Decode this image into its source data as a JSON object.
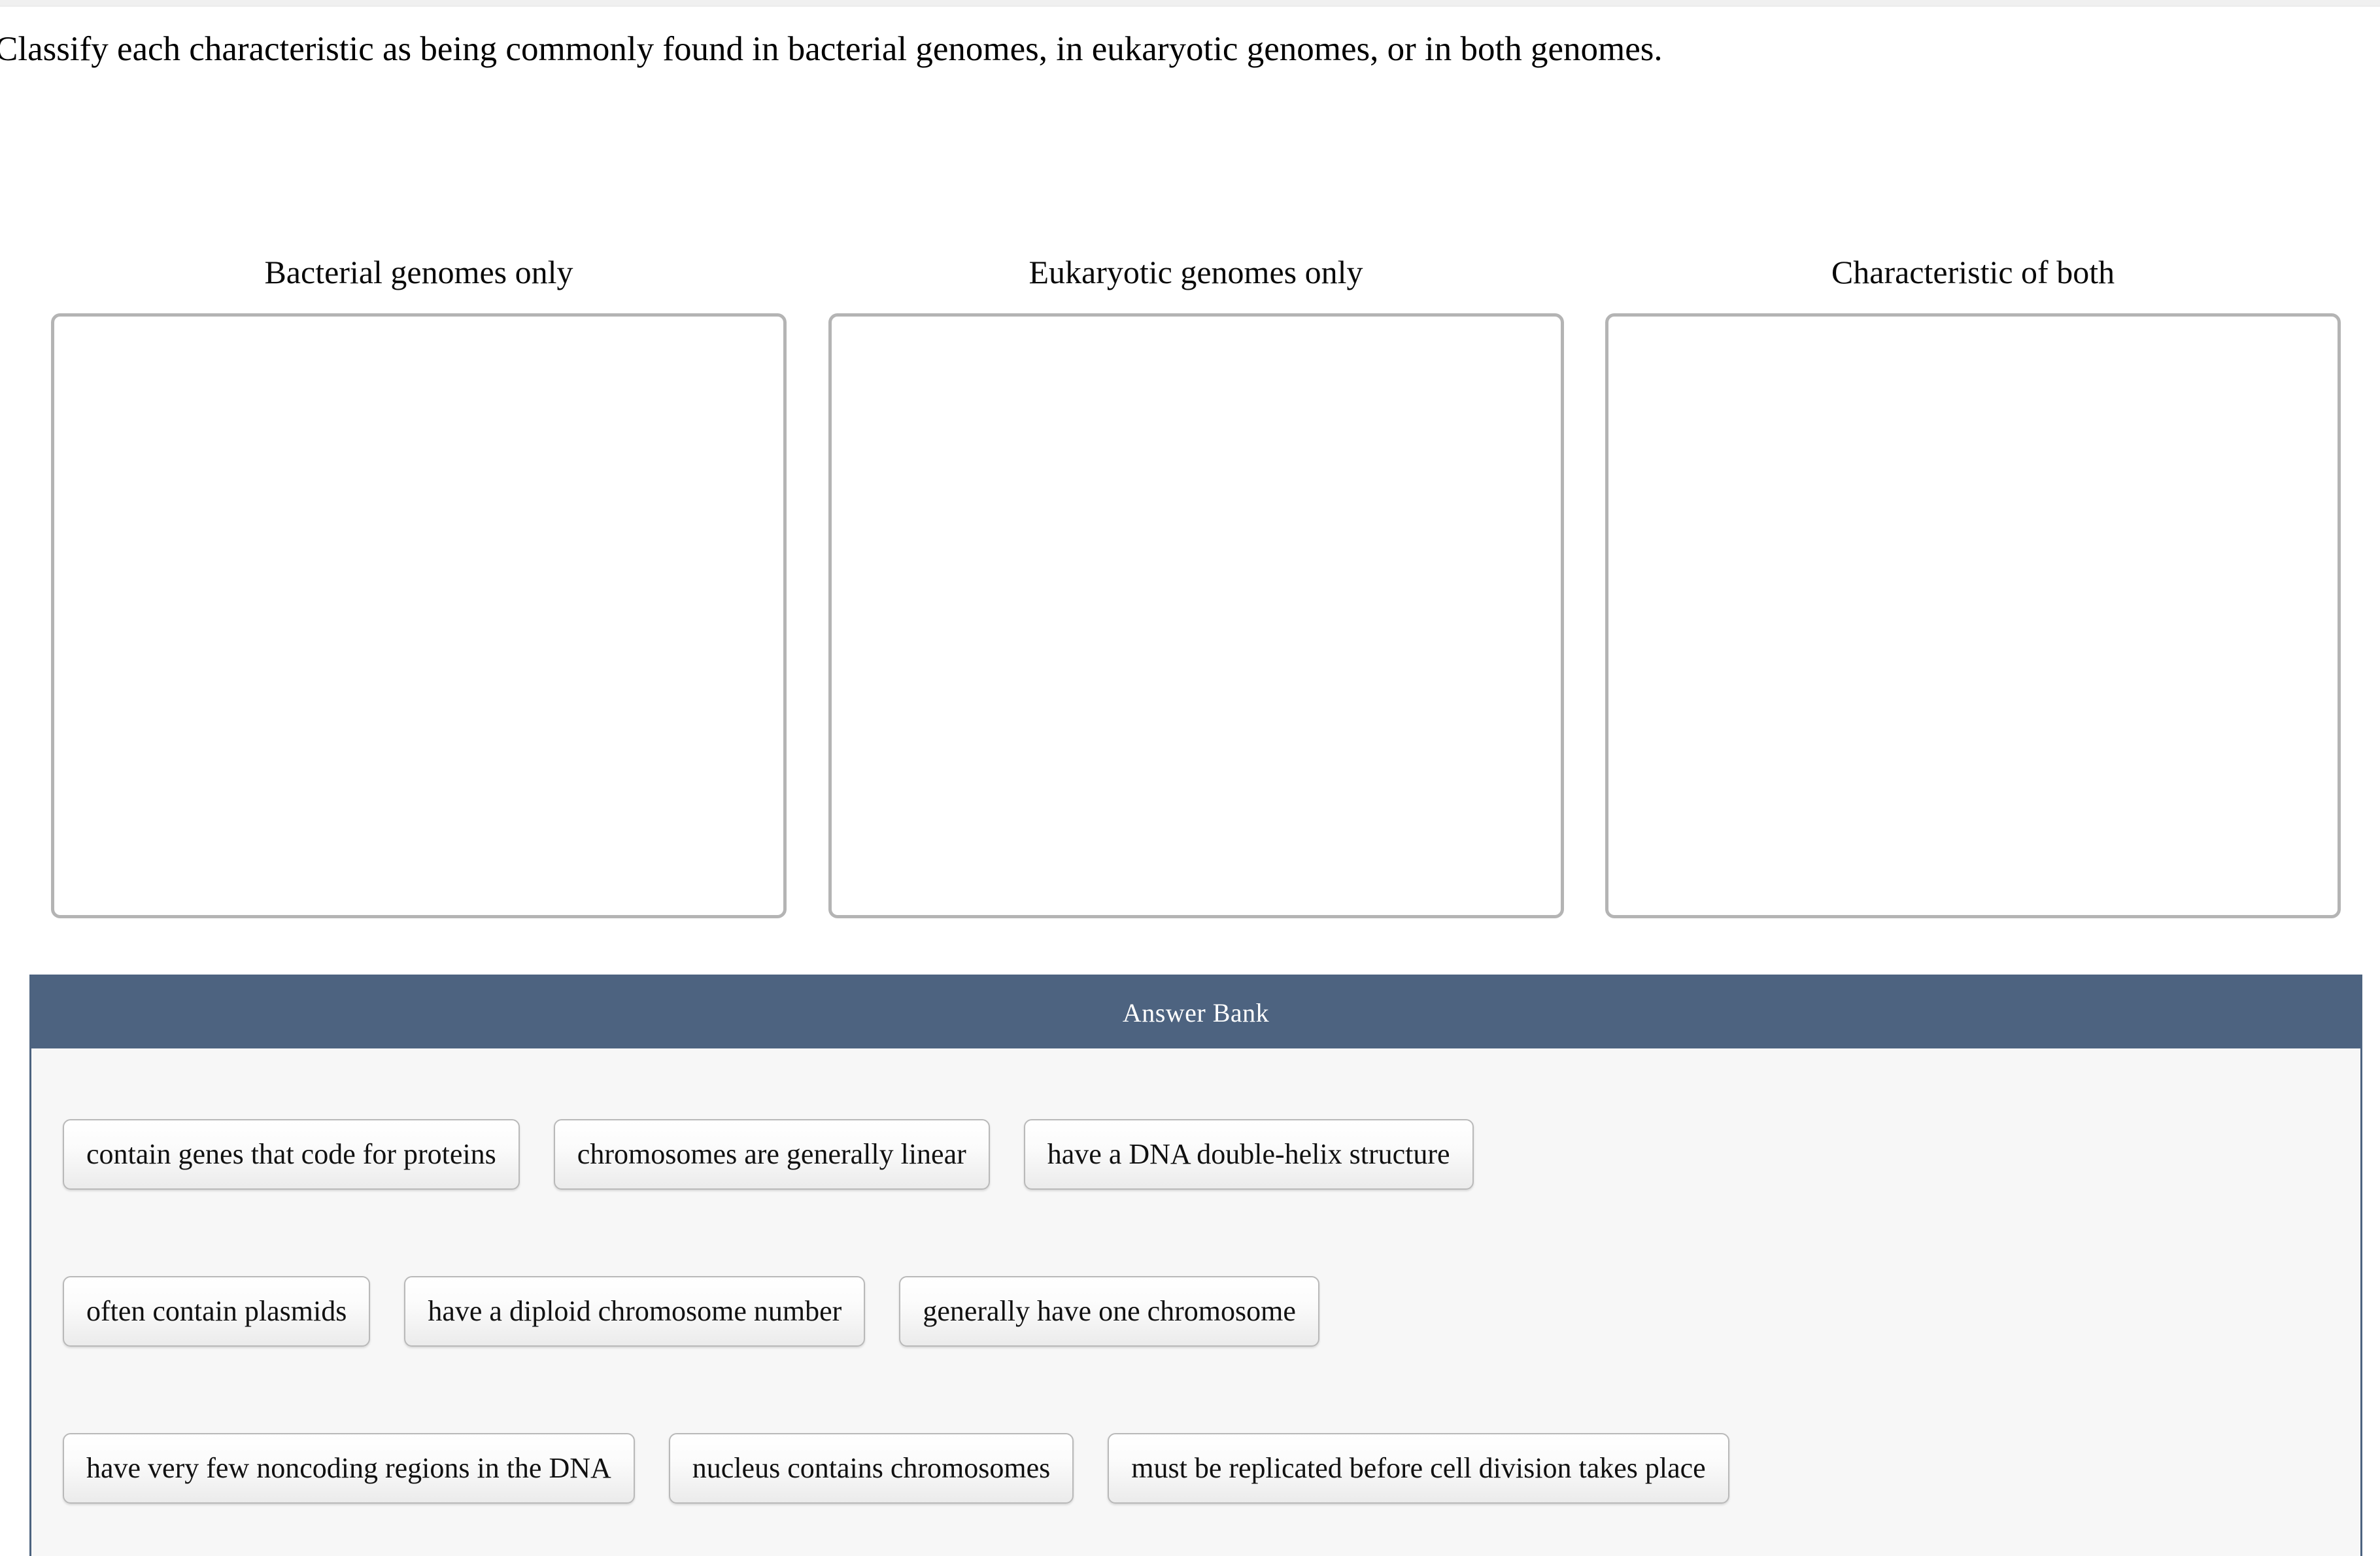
{
  "prompt": "Classify each characteristic as being commonly found in bacterial genomes, in eukaryotic genomes, or in both genomes.",
  "categories": [
    {
      "label": "Bacterial genomes only",
      "dropzone_name": "dropzone-bacterial",
      "items": []
    },
    {
      "label": "Eukaryotic genomes only",
      "dropzone_name": "dropzone-eukaryotic",
      "items": []
    },
    {
      "label": "Characteristic of both",
      "dropzone_name": "dropzone-both",
      "items": []
    }
  ],
  "answer_bank": {
    "title": "Answer Bank",
    "header_color": "#4d6380",
    "body_color": "#f7f7f7",
    "rows": [
      {
        "chips": [
          {
            "label": "contain genes that code for proteins",
            "gap_after": 52
          },
          {
            "label": "chromosomes are generally linear",
            "gap_after": 52
          },
          {
            "label": "have a DNA double-helix structure",
            "gap_after": 0
          }
        ]
      },
      {
        "chips": [
          {
            "label": "often contain plasmids",
            "gap_after": 52
          },
          {
            "label": "have a diploid chromosome number",
            "gap_after": 52
          },
          {
            "label": "generally have one chromosome",
            "gap_after": 0
          }
        ]
      },
      {
        "chips": [
          {
            "label": "have very few noncoding regions in the DNA",
            "gap_after": 52
          },
          {
            "label": "nucleus contains chromosomes",
            "gap_after": 52
          },
          {
            "label": "must be replicated before cell division takes place",
            "gap_after": 0
          }
        ]
      }
    ]
  }
}
